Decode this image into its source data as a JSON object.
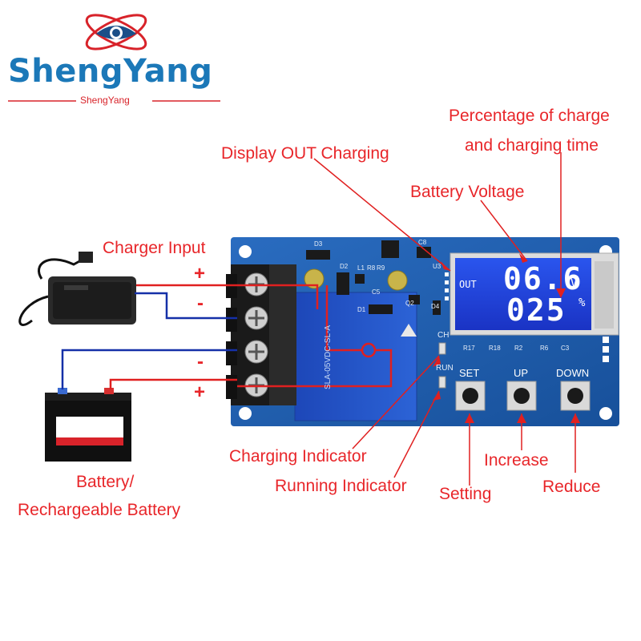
{
  "brand": {
    "name": "ShengYang",
    "subtitle": "ShengYang"
  },
  "callouts": {
    "charge_percent_line1": "Percentage of charge",
    "charge_percent_line2": "and charging time",
    "display_out": "Display OUT Charging",
    "battery_voltage": "Battery Voltage",
    "charger_input": "Charger Input",
    "charging_indicator": "Charging Indicator",
    "running_indicator": "Running Indicator",
    "setting": "Setting",
    "increase": "Increase",
    "reduce": "Reduce",
    "battery_line1": "Battery/",
    "battery_line2": "Rechargeable Battery"
  },
  "polarity": {
    "charger_plus": "+",
    "charger_minus": "-",
    "battery_minus": "-",
    "battery_plus": "+"
  },
  "lcd": {
    "out_label": "OUT",
    "voltage_value": "06.6",
    "voltage_unit": "V",
    "percent_value": "025",
    "percent_unit": "%"
  },
  "board": {
    "label_ch": "CH",
    "label_run": "RUN",
    "button_set": "SET",
    "button_up": "UP",
    "button_down": "DOWN",
    "relay_text": "SLA-05VDC-SL-A",
    "component_labels": [
      "D3",
      "D2",
      "L1",
      "R8",
      "R9",
      "C5",
      "C8",
      "D1",
      "Q2",
      "D4",
      "U3",
      "R17",
      "R18",
      "R2",
      "R6",
      "C3"
    ]
  },
  "colors": {
    "callout_red": "#e8262a",
    "brand_blue": "#1b78b8",
    "pcb_blue": "#1d5fb0",
    "lcd_blue": "#1f3fd8",
    "wire_blue": "#1530a8",
    "wire_red": "#e02020"
  }
}
